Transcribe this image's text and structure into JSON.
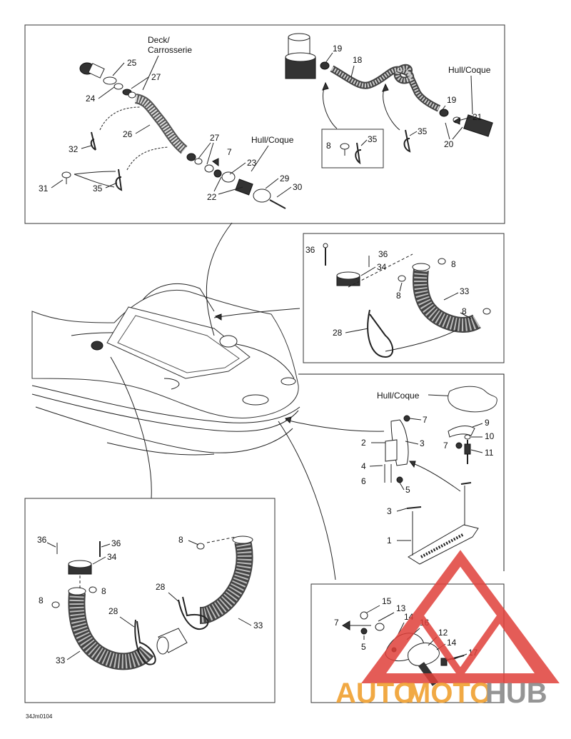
{
  "diagram": {
    "code": "34Jm0104",
    "panel_top_left": {
      "captions": {
        "deck": "Deck/",
        "deck2": "Carrosserie",
        "hull": "Hull/Coque"
      },
      "callouts": [
        "25",
        "27",
        "24",
        "26",
        "32",
        "27",
        "7",
        "23",
        "31",
        "35",
        "22",
        "29",
        "30"
      ]
    },
    "panel_top_right": {
      "captions": {
        "hull": "Hull/Coque"
      },
      "callouts": [
        "19",
        "18",
        "19",
        "21",
        "8",
        "35",
        "35",
        "20"
      ]
    },
    "panel_mid_right": {
      "callouts": [
        "36",
        "36",
        "34",
        "8",
        "8",
        "33",
        "8",
        "28"
      ]
    },
    "panel_right": {
      "captions": {
        "hull": "Hull/Coque"
      },
      "callouts": [
        "7",
        "9",
        "10",
        "2",
        "3",
        "7",
        "11",
        "4",
        "6",
        "5",
        "3",
        "1"
      ]
    },
    "panel_bottom_left": {
      "callouts": [
        "36",
        "36",
        "34",
        "8",
        "8",
        "8",
        "28",
        "28",
        "33",
        "33"
      ]
    },
    "panel_bottom_right": {
      "callouts": [
        "15",
        "13",
        "7",
        "14",
        "16",
        "5",
        "12",
        "14",
        "17"
      ]
    }
  },
  "watermark": {
    "text_a": "AUTO",
    "text_b": "MOTO",
    "text_c": "HUB",
    "color_red": "#e0403a",
    "color_orange": "#f0a030",
    "color_gray": "#8a8a8a"
  }
}
